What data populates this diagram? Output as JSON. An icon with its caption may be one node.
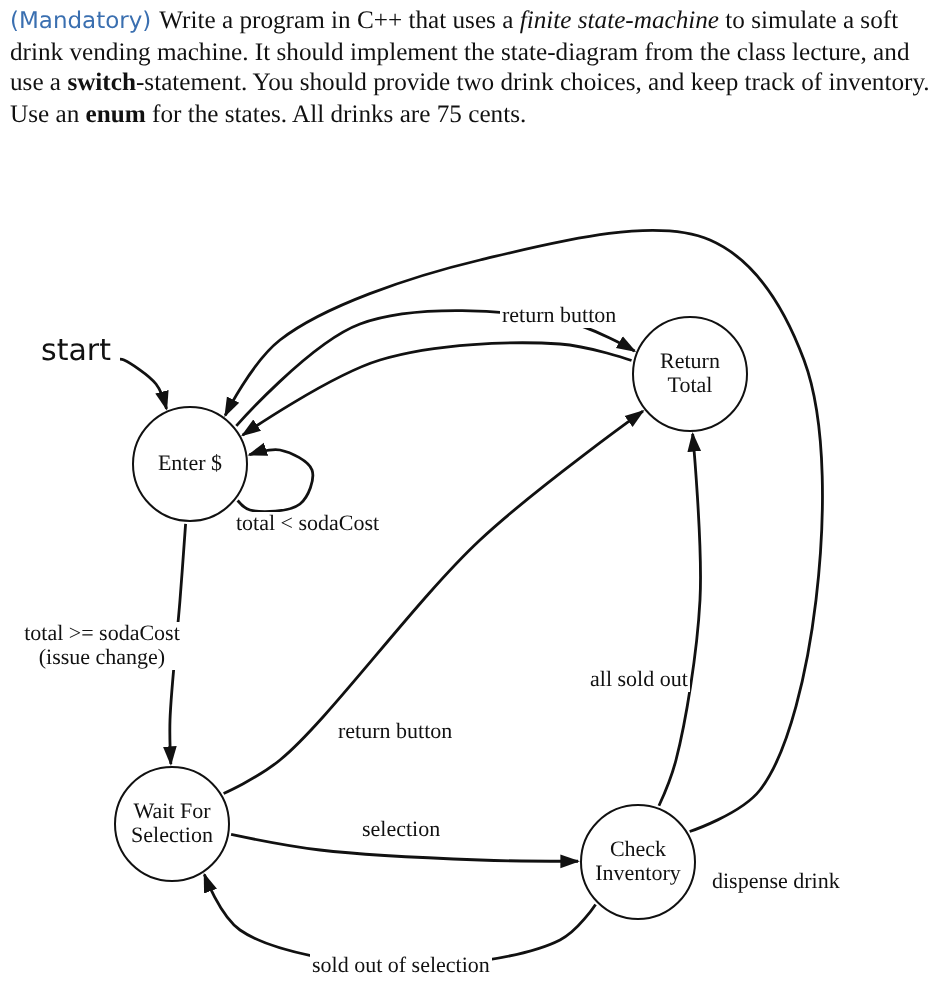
{
  "diagram": {
    "title": "Write a program in C++ that uses a *finite state-machine* to simulate a soft drink vending machine. It should implement the state-diagram from the class lecture, and use a **switch**-statement. You should provide two drink choices, and keep track of inventory. Use an **enum** for the states. All drinks are 75 cents.",
    "labels": [
      "(Mandatory)"
    ],
    "nodes": [
      {
        "text": [
          "start"
        ]
      },
      {
        "text": [
          "Enter $"
        ]
      },
      {
        "text": [
          "Return Total"
        ]
      },
      {
        "text": [
          "Wait For Selection"
        ]
      },
      {
        "text": [
          "Check Inventory"
        ]
      }
    ],
    "edges": [
      {
        "from": 0,
        "to": 1,
        "arrow": "to"
      },
      {
        "from": 1,
        "to": 2,
        "arrow": "to",
        "label": "return button"
      },
      {
        "from": 2,
        "to": 1,
        "arrow": "to"
      },
      {
        "from": 1,
        "to": 1,
        "arrow": "to",
        "label": "total < sodaCost"
      },
      {
        "from": 1,
        "to": 3,
        "arrow": "to",
        "label": "total >= sodaCost (issue change)"
      },
      {
        "from": 3,
        "to": 2,
        "arrow": "to",
        "label": "return button"
      },
      {
        "from": 3,
        "to": 4,
        "arrow": "to",
        "label": "selection"
      },
      {
        "from": 4,
        "to": 2,
        "arrow": "to",
        "label": "all sold out"
      },
      {
        "from": 4,
        "to": 1,
        "arrow": "to",
        "label": "dispense drink"
      },
      {
        "from": 4,
        "to": 3,
        "arrow": "to",
        "label": "sold out of selection"
      }
    ]
  }
}
